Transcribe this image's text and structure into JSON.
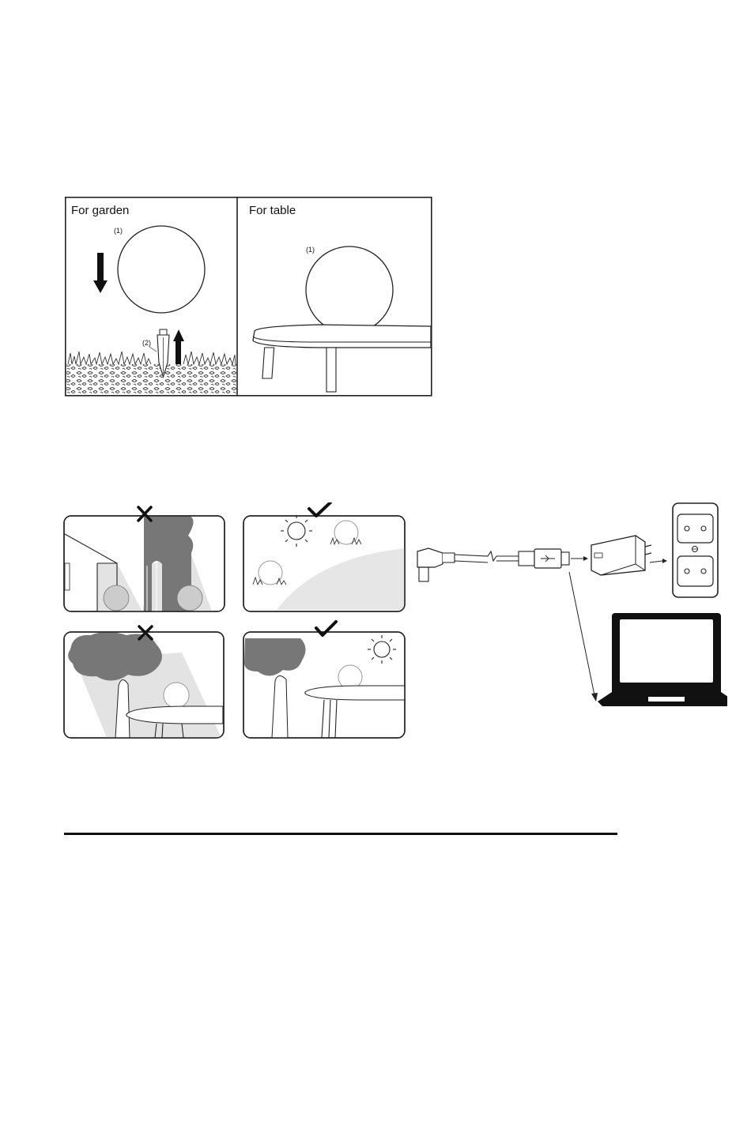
{
  "mounting": {
    "garden": {
      "title": "For garden",
      "globe_callout": "(1)",
      "stake_callout": "(2)"
    },
    "table": {
      "title": "For table",
      "globe_callout": "(1)"
    }
  },
  "placement": {
    "marks": [
      "cross",
      "check",
      "cross",
      "check"
    ]
  },
  "charging": {
    "arrow_icon": "arrow-right-icon"
  }
}
